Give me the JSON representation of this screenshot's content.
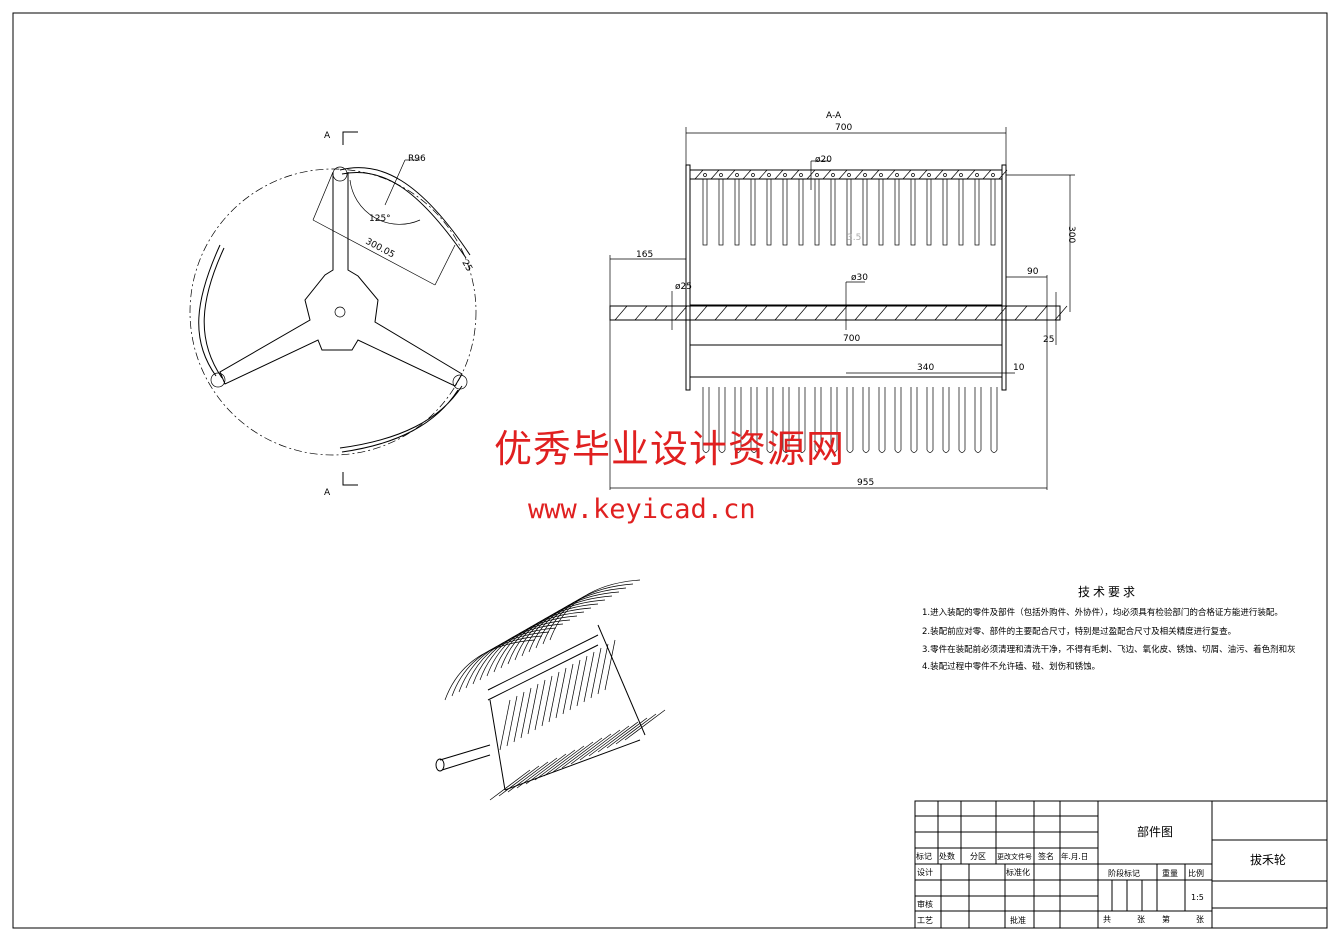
{
  "front_view": {
    "section_mark_top": "A",
    "section_mark_bottom": "A",
    "radius_label": "R96",
    "angle_label": "125°",
    "length_label": "300.05",
    "small_dim": "25"
  },
  "section_view": {
    "title": "A-A",
    "dims": {
      "width_top": "700",
      "tine_dia": "ø20",
      "height": "300",
      "left_ext": "165",
      "shaft_end_dia": "ø25",
      "shaft_dia": "ø30",
      "right_ext": "90",
      "inner_width": "700",
      "right_dia": "25",
      "half_width": "340",
      "plate": "10",
      "total_length": "955",
      "gap": "3.5"
    }
  },
  "watermark": {
    "line1": "优秀毕业设计资源网",
    "line2": "www.keyicad.cn"
  },
  "tech_requirements": {
    "title": "技术要求",
    "items": [
      "1.进入装配的零件及部件（包括外购件、外协件），均必须具有检验部门的合格证方能进行装配。",
      "2.装配前应对零、部件的主要配合尺寸，特别是过盈配合尺寸及相关精度进行复查。",
      "3.零件在装配前必须清理和清洗干净，不得有毛刺、飞边、氧化皮、锈蚀、切屑、油污、着色剂和灰",
      "4.装配过程中零件不允许磕、碰、划伤和锈蚀。"
    ]
  },
  "title_block": {
    "headers": [
      "标记",
      "处数",
      "分区",
      "更改文件号",
      "签名",
      "年.月.日"
    ],
    "design": "设计",
    "standardize": "标准化",
    "review": "审核",
    "process": "工艺",
    "approve": "批准",
    "drawing_type": "部件图",
    "stage_mark": "阶段标记",
    "weight": "重量",
    "scale_label": "比例",
    "scale_value": "1:5",
    "sheets_total": "共",
    "sheets_unit1": "张",
    "sheet_no": "第",
    "sheets_unit2": "张",
    "part_name": "拔禾轮"
  }
}
